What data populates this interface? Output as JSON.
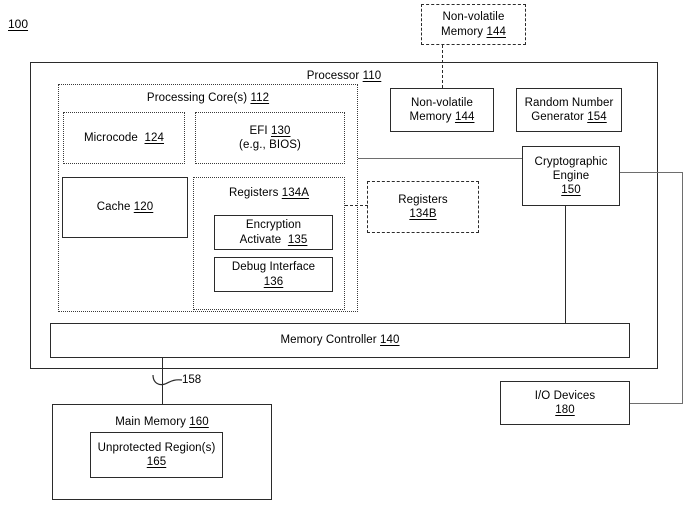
{
  "figure": {
    "number": "100",
    "type": "patent-block-diagram"
  },
  "processor": {
    "title": "Processor",
    "ref": "110"
  },
  "processing_core": {
    "title": "Processing Core(s)",
    "ref": "112"
  },
  "blocks": {
    "microcode": {
      "label": "Microcode",
      "ref": "124"
    },
    "efi": {
      "label": "EFI",
      "ref": "130",
      "sub": "(e.g., BIOS)"
    },
    "cache": {
      "label": "Cache",
      "ref": "120"
    },
    "registers_a": {
      "label": "Registers",
      "ref": "134A"
    },
    "encryption_activate": {
      "line1": "Encryption",
      "line2": "Activate",
      "ref": "135"
    },
    "debug_interface": {
      "label": "Debug Interface",
      "ref": "136"
    },
    "registers_b": {
      "label": "Registers",
      "ref": "134B"
    },
    "nvm_external": {
      "line1": "Non-volatile",
      "line2": "Memory",
      "ref": "144"
    },
    "nvm_internal": {
      "line1": "Non-volatile",
      "line2": "Memory",
      "ref": "144"
    },
    "rng": {
      "line1": "Random Number",
      "line2": "Generator",
      "ref": "154"
    },
    "crypto_engine": {
      "line1": "Cryptographic",
      "line2": "Engine",
      "ref": "150"
    },
    "memory_controller": {
      "label": "Memory Controller",
      "ref": "140"
    },
    "io_devices": {
      "label": "I/O Devices",
      "ref": "180"
    },
    "main_memory": {
      "label": "Main Memory",
      "ref": "160"
    },
    "unprotected_region": {
      "label": "Unprotected Region(s)",
      "ref": "165"
    }
  },
  "connectors": {
    "bus_158": "158"
  },
  "colors": {
    "stroke": "#2b2b2b",
    "thin_stroke": "#6e6e6e",
    "background": "#ffffff",
    "text": "#000000"
  }
}
